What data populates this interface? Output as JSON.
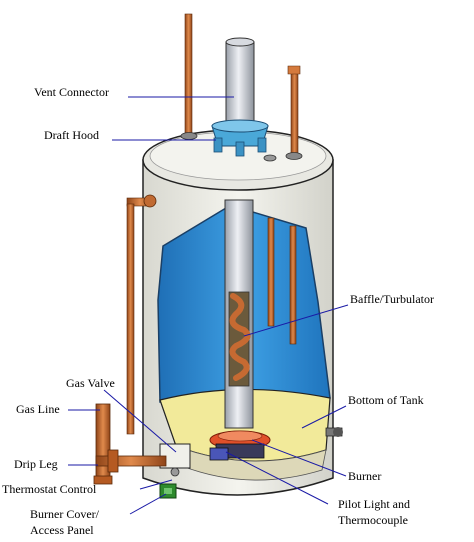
{
  "labels": {
    "vent_connector": "Vent Connector",
    "draft_hood": "Draft Hood",
    "baffle_turbulator": "Baffle/Turbulator",
    "gas_valve": "Gas Valve",
    "gas_line": "Gas Line",
    "bottom_of_tank": "Bottom of Tank",
    "drip_leg": "Drip Leg",
    "burner": "Burner",
    "thermostat_control": "Thermostat Control",
    "pilot_light_line1": "Pilot Light and",
    "pilot_light_line2": "Thermocouple",
    "burner_cover_line1": "Burner Cover/",
    "burner_cover_line2": "Access Panel"
  },
  "colors": {
    "leader_line": "#1a1aa6",
    "water": "#2e8fd8",
    "tank_shell": "#ecece6",
    "copper_pipe": "#c86a32",
    "flue": "#b8bcc4",
    "draft_hood": "#4aa8d8",
    "burner": "#e0502a",
    "tank_bottom": "#f2ea9a"
  }
}
